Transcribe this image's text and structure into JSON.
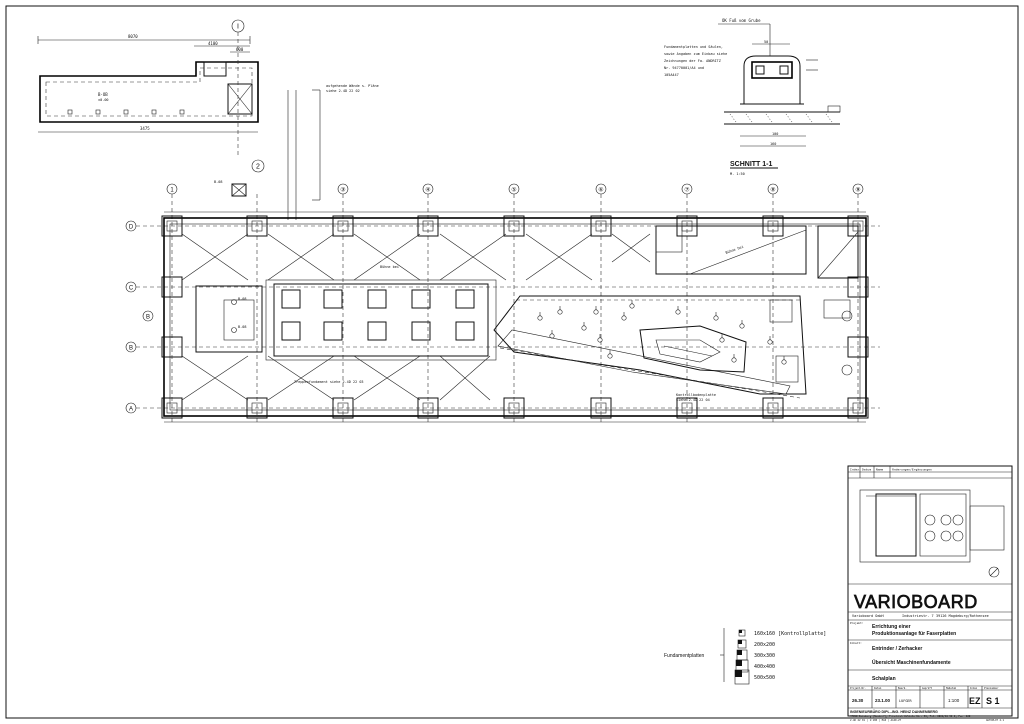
{
  "top_detail": {
    "dims": [
      "8070",
      "4100",
      "600",
      "3475"
    ],
    "gridmark_i": "I",
    "gridmark_2": "2",
    "room_code": "B-OB",
    "room_sub": "±0.00",
    "side_note": [
      "aufgehende Wände s. Pläne",
      "siehe 2.4D 22 02"
    ]
  },
  "schnitt": {
    "top_note": "OK Fuß vom Grube",
    "note_lines": [
      "Fundamentplatten und Säulen,",
      "sowie Angaben zum Einbau siehe",
      "Zeichnungen der Fa. ANDRITZ",
      "Nr. 94770001/A4 und",
      "105A447"
    ],
    "title": "SCHNITT 1-1",
    "scale": "M. 1:50",
    "dims": [
      "50",
      "100",
      "160"
    ]
  },
  "plan": {
    "columns": [
      "①",
      "③",
      "④",
      "⑤",
      "⑥",
      "⑦",
      "⑧",
      "⑨"
    ],
    "col_first": "1",
    "rows": [
      "D",
      "C",
      "B",
      "A"
    ],
    "row_mid": "B",
    "annotations": {
      "center_top": "Bühne bei",
      "lower_left": "Treppenfundament siehe 2.4D 22 03",
      "diag_top": "Bühne bei",
      "lower_right": "Kontrollbodenplatte",
      "lower_right_2": "siehe 2.4D 22 04"
    }
  },
  "legend": {
    "label": "Fundamentplatten",
    "items": [
      "160x160 [Kontrollplatte]",
      "200x200",
      "300x300",
      "400x400",
      "500x500"
    ]
  },
  "title_block": {
    "revision_header": [
      "Index",
      "Datum",
      "Name",
      "Änderungen/Ergänzungen"
    ],
    "brand": "VARIOBOARD",
    "company_line": [
      "Varioboard GmbH",
      "Industriestr. 7",
      "39126 Magdeburg/Rothensee"
    ],
    "label_project": "Projekt:",
    "project": [
      "Errichtung einer",
      "Produktionsanlage für Faserplatten"
    ],
    "label_content": "Inhalt:",
    "content": [
      "Entrinder / Zerhacker",
      "Übersicht Maschinenfundamente"
    ],
    "plan_type": "Schalplan",
    "meta_headers": [
      "Projekt-Nr.",
      "Datum",
      "Bearb.",
      "Geprüft",
      "Maßstab",
      "Index",
      "Plannummer"
    ],
    "meta_values": [
      "26.30",
      "23.1.00",
      "LUFGER",
      "",
      "1:100",
      "EZ",
      "S 1"
    ],
    "office": "INGENIEURBÜRO DIPL.-ING. HEINZ DANNENBERG",
    "office_addr": "47058 Duisburg (Neudorf), Friedrich-Wilhelm-Str. 96, Tel. 0203/66 90-0, Fax -102",
    "file": "2.4D 22 01  |  1:100  |  ELN  |  ACAD-Z7",
    "plotref": "AUTOPLOT 2.1"
  }
}
